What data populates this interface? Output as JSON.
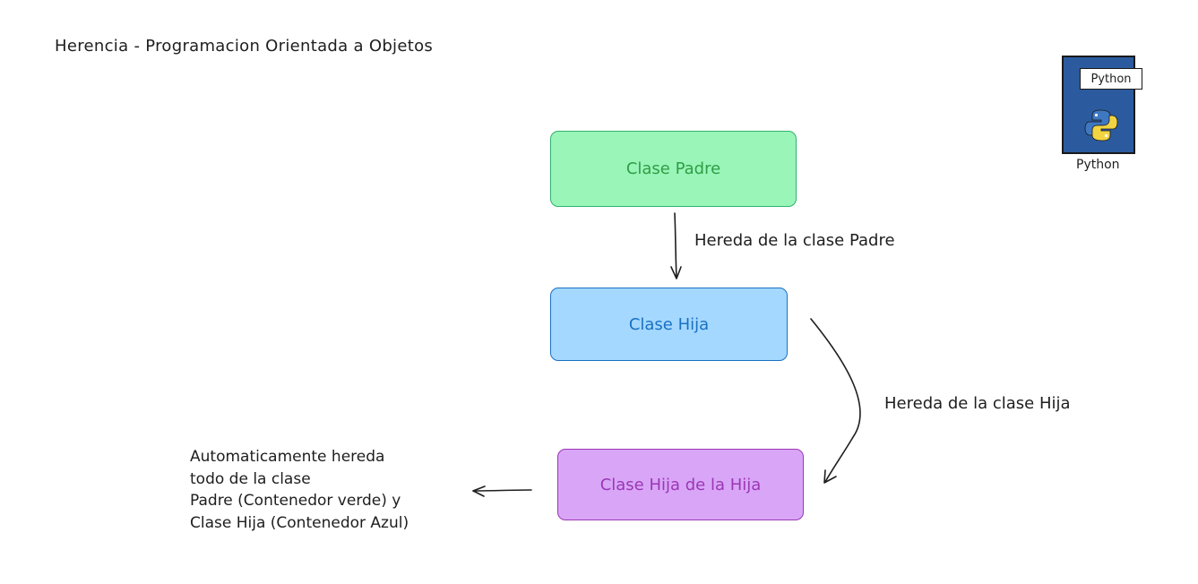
{
  "title": "Herencia - Programacion Orientada a Objetos",
  "nodes": {
    "padre": "Clase Padre",
    "hija": "Clase Hija",
    "nieta": "Clase Hija de la Hija"
  },
  "edges": {
    "padre_to_hija": "Hereda de la clase Padre",
    "hija_to_nieta": "Hereda de la clase Hija"
  },
  "note": {
    "lines": [
      "Automaticamente hereda",
      "todo de la clase",
      "Padre (Contenedor verde) y",
      "Clase Hija (Contenedor Azul)"
    ]
  },
  "python_badge": {
    "tag": "Python",
    "caption": "Python",
    "icon": "python-logo-icon"
  },
  "colors": {
    "padre_fill": "#9af5b9",
    "hija_fill": "#a5d8ff",
    "nieta_fill": "#d9a6f7",
    "python_blue": "#2b5b9e"
  }
}
